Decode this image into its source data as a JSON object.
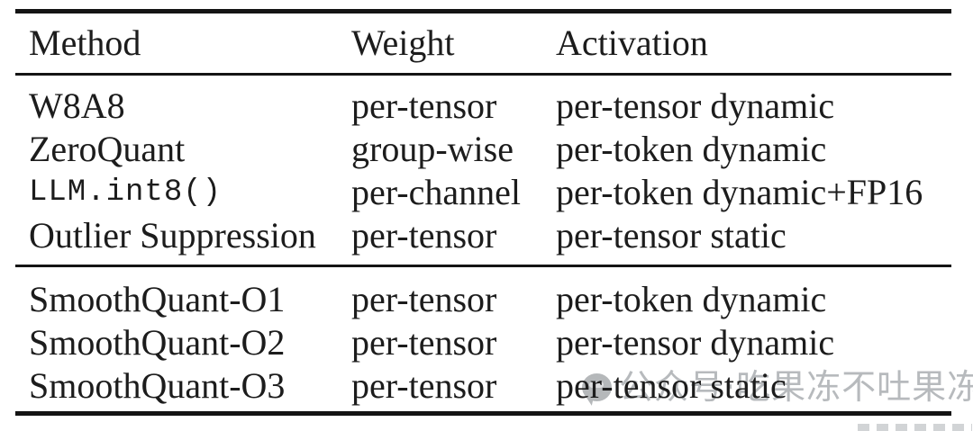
{
  "table": {
    "columns": {
      "method": "Method",
      "weight": "Weight",
      "activation": "Activation"
    },
    "groups": [
      {
        "rows": [
          {
            "method": "W8A8",
            "weight": "per-tensor",
            "activation": "per-tensor dynamic"
          },
          {
            "method": "ZeroQuant",
            "weight": "group-wise",
            "activation": "per-token dynamic"
          },
          {
            "method": "LLM.int8()",
            "weight": "per-channel",
            "activation": "per-token dynamic+FP16"
          },
          {
            "method": "Outlier Suppression",
            "weight": "per-tensor",
            "activation": "per-tensor static"
          }
        ]
      },
      {
        "rows": [
          {
            "method": "SmoothQuant-O1",
            "weight": "per-tensor",
            "activation": "per-token dynamic"
          },
          {
            "method": "SmoothQuant-O2",
            "weight": "per-tensor",
            "activation": "per-tensor dynamic"
          },
          {
            "method": "SmoothQuant-O3",
            "weight": "per-tensor",
            "activation": "per-tensor static"
          }
        ]
      }
    ]
  },
  "watermark": {
    "icon": "wechat-bubble-icon",
    "text": "公众号·吃果冻不吐果冻皮",
    "color": "#b7babd"
  },
  "colors": {
    "text": "#1c1c1c",
    "rule": "#141414",
    "background": "#ffffff"
  }
}
